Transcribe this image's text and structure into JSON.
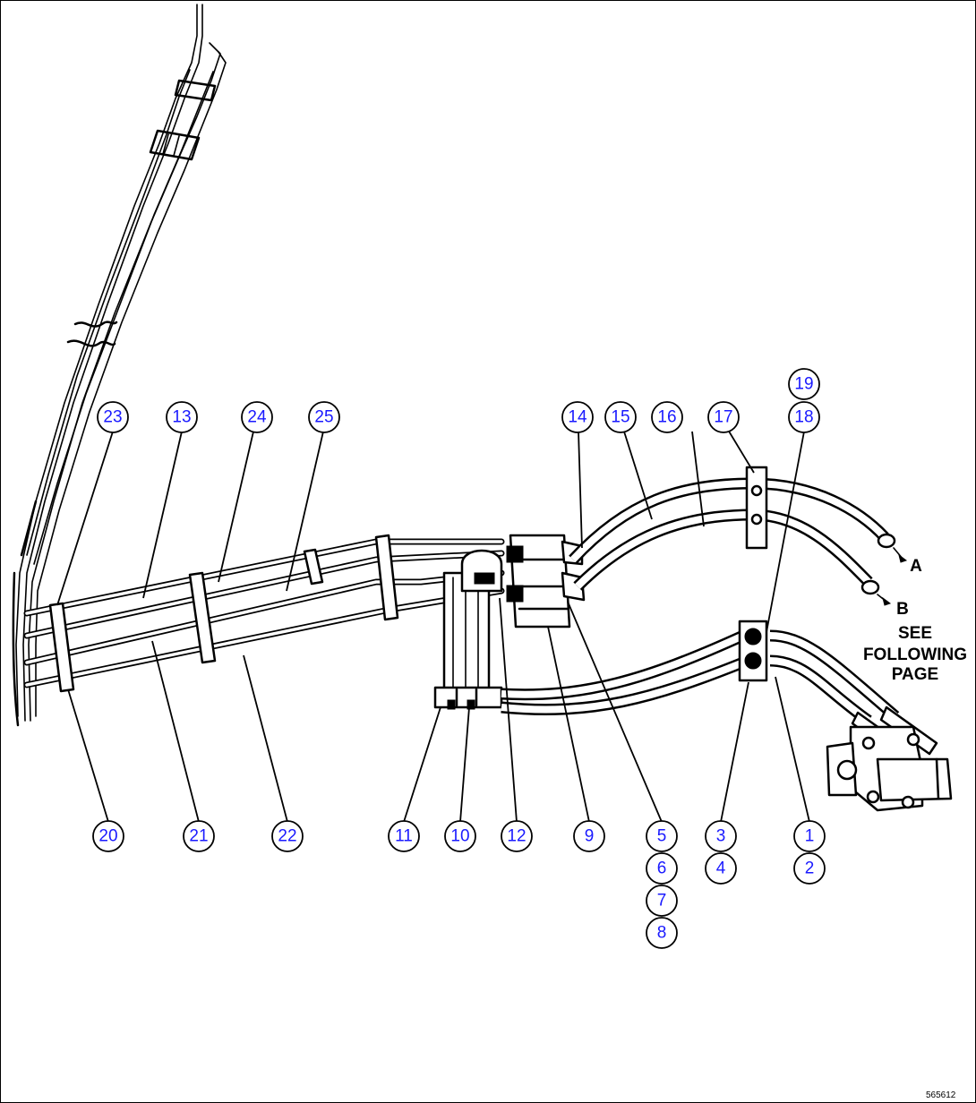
{
  "diagram": {
    "callouts": [
      {
        "id": "c23",
        "label": "23"
      },
      {
        "id": "c13",
        "label": "13"
      },
      {
        "id": "c24",
        "label": "24"
      },
      {
        "id": "c25",
        "label": "25"
      },
      {
        "id": "c14",
        "label": "14"
      },
      {
        "id": "c15",
        "label": "15"
      },
      {
        "id": "c16",
        "label": "16"
      },
      {
        "id": "c17",
        "label": "17"
      },
      {
        "id": "c19",
        "label": "19"
      },
      {
        "id": "c18",
        "label": "18"
      },
      {
        "id": "c20",
        "label": "20"
      },
      {
        "id": "c21",
        "label": "21"
      },
      {
        "id": "c22",
        "label": "22"
      },
      {
        "id": "c11",
        "label": "11"
      },
      {
        "id": "c10",
        "label": "10"
      },
      {
        "id": "c12",
        "label": "12"
      },
      {
        "id": "c9",
        "label": "9"
      },
      {
        "id": "c5",
        "label": "5"
      },
      {
        "id": "c6",
        "label": "6"
      },
      {
        "id": "c7",
        "label": "7"
      },
      {
        "id": "c8",
        "label": "8"
      },
      {
        "id": "c3",
        "label": "3"
      },
      {
        "id": "c4",
        "label": "4"
      },
      {
        "id": "c1",
        "label": "1"
      },
      {
        "id": "c2",
        "label": "2"
      }
    ],
    "connection_labels": {
      "a": "A",
      "b": "B"
    },
    "note": {
      "line1": "SEE",
      "line2": "FOLLOWING",
      "line3": "PAGE"
    },
    "figure_id": "565612"
  }
}
